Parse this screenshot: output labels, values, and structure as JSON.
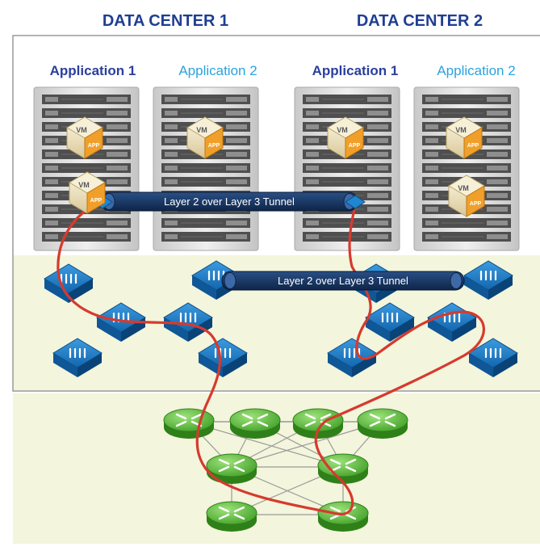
{
  "datacenters": [
    {
      "title": "DATA CENTER 1",
      "apps": [
        "Application 1",
        "Application 2"
      ]
    },
    {
      "title": "DATA CENTER 2",
      "apps": [
        "Application 1",
        "Application 2"
      ]
    }
  ],
  "tunnels": {
    "upper": "Layer 2 over Layer 3 Tunnel",
    "lower": "Layer 2 over Layer 3 Tunnel"
  },
  "vm_badge": {
    "top": "VM",
    "bottom": "APP"
  },
  "colors": {
    "dc_title": "#1f3e93",
    "app1": "#2b3f9c",
    "app2": "#2aa3dd",
    "network_zone": "#f3f5dc",
    "switch": "#1577c4",
    "router": "#5cbf3a",
    "path": "#d63a2e",
    "tunnel_bar": "#14305c"
  }
}
